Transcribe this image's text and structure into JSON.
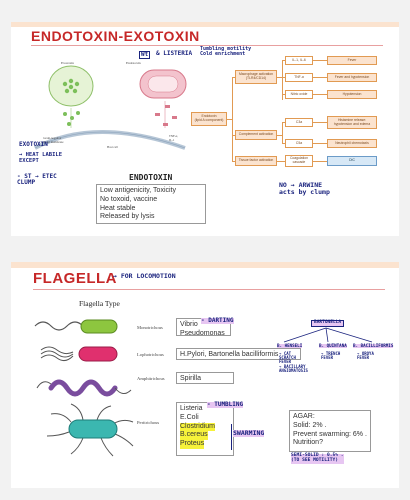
{
  "endo": {
    "title": "ENDOTOXIN-EXOTOXIN",
    "cell_labels": {
      "exotoxin": "Exotoxin",
      "endotoxin": "Endotoxin",
      "bacterial_cell": "Gram-negative\ncellular membrane",
      "host_cell": "Host cell",
      "tnf": "TNF-α,\nIL-1"
    },
    "hw_top_box": "Wt",
    "hw_top_listeria": "& LISTERIA",
    "hw_top_note": "Tumbling motility\nCold enrichment",
    "flow": {
      "center": "Endotoxin\n(lipid A component)",
      "row1": "Macrophage activation\n(TLR4/CD14)",
      "row2": "Complement activation",
      "row3": "Tissue factor activation",
      "c1": "IL-1, IL-6",
      "c2": "TNF-α",
      "c3": "Nitric oxide",
      "c4": "C3a",
      "c5": "C5a",
      "c6": "Coagulation\ncascade",
      "r1": "Fever",
      "r2": "Fever and hypotension",
      "r3": "Hypotension",
      "r4": "Histamine release:\nhypotension and edema",
      "r5": "Neutrophil chemotaxis",
      "r6": "DIC"
    },
    "hw_exotoxin": "EXOTOXIN",
    "hw_heat": "→ HEAT LABILE\nEXCEPT",
    "hw_st": "- ST → ETEC\nCLUMP",
    "endotoxin_heading": "ENDOTOXIN",
    "endotoxin_points": [
      "Low antigenicity, Toxicity",
      "No toxoid, vaccine",
      "Heat stable",
      "Released by lysis"
    ],
    "hw_no": "NO → ARWINE\nacts by clump"
  },
  "flag": {
    "title": "FLAGELLA",
    "subtitle": "→ FOR LOCOMOTION",
    "type_heading": "Flagella Type",
    "types": [
      "Monotrichous",
      "Lophotrichous",
      "Amphitrichous",
      "Peritrichous"
    ],
    "mono_lines": [
      "Vibrio",
      "Pseudomonas"
    ],
    "mono_hw": "- DARTING",
    "lopho_line": "H.Pylori, Bartonella bacilliformis",
    "amphi_line": "Spirilla",
    "peri_lines": [
      "Listeria",
      "E.Coli",
      "Clostridium",
      "B.cereus",
      "Proteus"
    ],
    "peri_hw1": "- TUMBLING",
    "peri_hw2": "SWARMING",
    "bartonella": {
      "head": "BARTONELLA",
      "b1": "B. HENSELI",
      "b1_sub": "→ CAT\nSCRATCH\nFEVER\n→ BACILLARY\nANGIOMATOSIS",
      "b2": "B. QUINTANA",
      "b2_sub": "→ TRENCH\nFEVER",
      "b3": "B. BACILLIFORMIS",
      "b3_sub": "→ OROYA\nFEVER"
    },
    "agar_lines": [
      "AGAR:",
      "Solid: 2% .",
      "Prevent swarming: 6% .",
      "Nutrition?"
    ],
    "hw_semi": "SEMI-SOLID : 0.5% .\n(TO SEE MOTILITY)"
  }
}
